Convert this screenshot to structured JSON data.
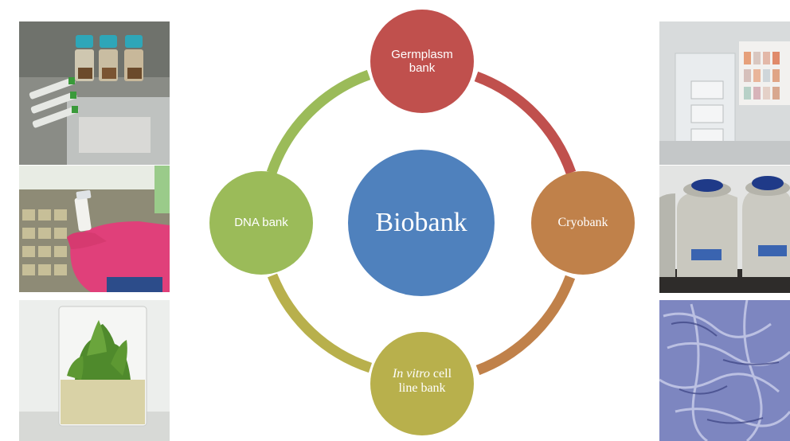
{
  "center": {
    "label": "Biobank",
    "color": "#4f81bd"
  },
  "nodes": [
    {
      "id": "germplasm",
      "lines": [
        "Germplasm",
        "bank"
      ],
      "color": "#c0504d"
    },
    {
      "id": "cryo",
      "lines": [
        "Cryobank"
      ],
      "color": "#c0814a"
    },
    {
      "id": "invitro",
      "italic": "In vitro",
      "rest": " cell",
      "line2": "line bank",
      "color": "#b8b04c"
    },
    {
      "id": "dna",
      "lines": [
        "DNA bank"
      ],
      "color": "#9bbb59"
    }
  ],
  "photos": {
    "left": [
      "seed-vials-photo",
      "gloved-hand-tube-photo",
      "plant-culture-jar-photo"
    ],
    "right": [
      "cryo-rack-photo",
      "liquid-nitrogen-dewars-photo",
      "cell-culture-micrograph-photo"
    ]
  }
}
